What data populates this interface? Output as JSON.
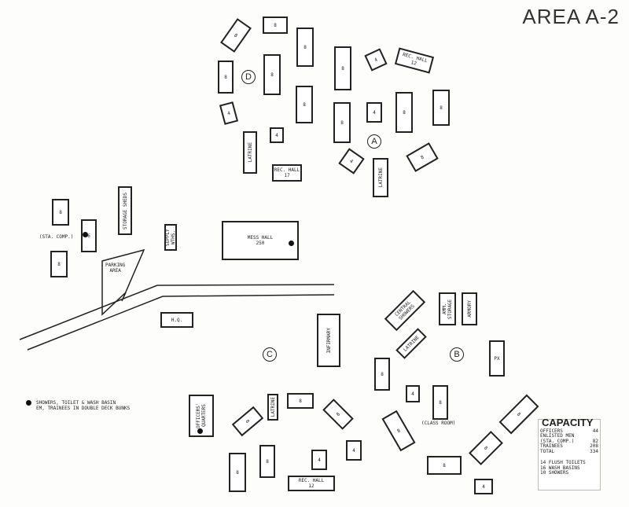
{
  "title": "AREA A-2",
  "areas": {
    "a": "A",
    "b": "B",
    "c": "C",
    "d": "D"
  },
  "buildings": [
    "8",
    "8",
    "8",
    "8",
    "8",
    "8",
    "4",
    "REC. HALL\n12",
    "8",
    "8",
    "4",
    "4",
    "8",
    "8",
    "LATRINE",
    "4",
    "REC. HALL\n17",
    "4",
    "8",
    "LATRINE",
    "8",
    "6",
    "8",
    "STORAGE SHEDS",
    "SUPPLY WTHS.",
    "MESS HALL\n250",
    "H.Q.",
    "INFIRMARY",
    "CENTRAL SHOWERS",
    "AMM. STORAGE",
    "ARMORY",
    "LATRINE",
    "PX",
    "8",
    "4",
    "8",
    "8",
    "8",
    "8",
    "8",
    "4",
    "OFFICERS' QUARTERS",
    "8",
    "LATRINE",
    "8",
    "8",
    "8",
    "8",
    "4",
    "4",
    "REC. HALL\n12"
  ],
  "annotations": {
    "sta_comp": "(STA. COMP.)",
    "parking": "PARKING\nAREA",
    "class_room": "(CLASS ROOM)"
  },
  "legend": {
    "line1": "SHOWERS, TOILET & WASH BASIN",
    "line2": "EM, TRAINEES IN DOUBLE DECK BUNKS"
  },
  "capacity": {
    "title": "CAPACITY",
    "rows": [
      {
        "label": "OFFICERS",
        "value": "44"
      },
      {
        "label": "ENLISTED MEN",
        "value": ""
      },
      {
        "label": "(STA. COMP.)",
        "value": "82"
      },
      {
        "label": "TRAINEES",
        "value": "208"
      },
      {
        "label": "TOTAL",
        "value": "334"
      }
    ],
    "facilities": [
      "14 FLUSH TOILETS",
      "16 WASH BASINS",
      "10 SHOWERS"
    ]
  }
}
